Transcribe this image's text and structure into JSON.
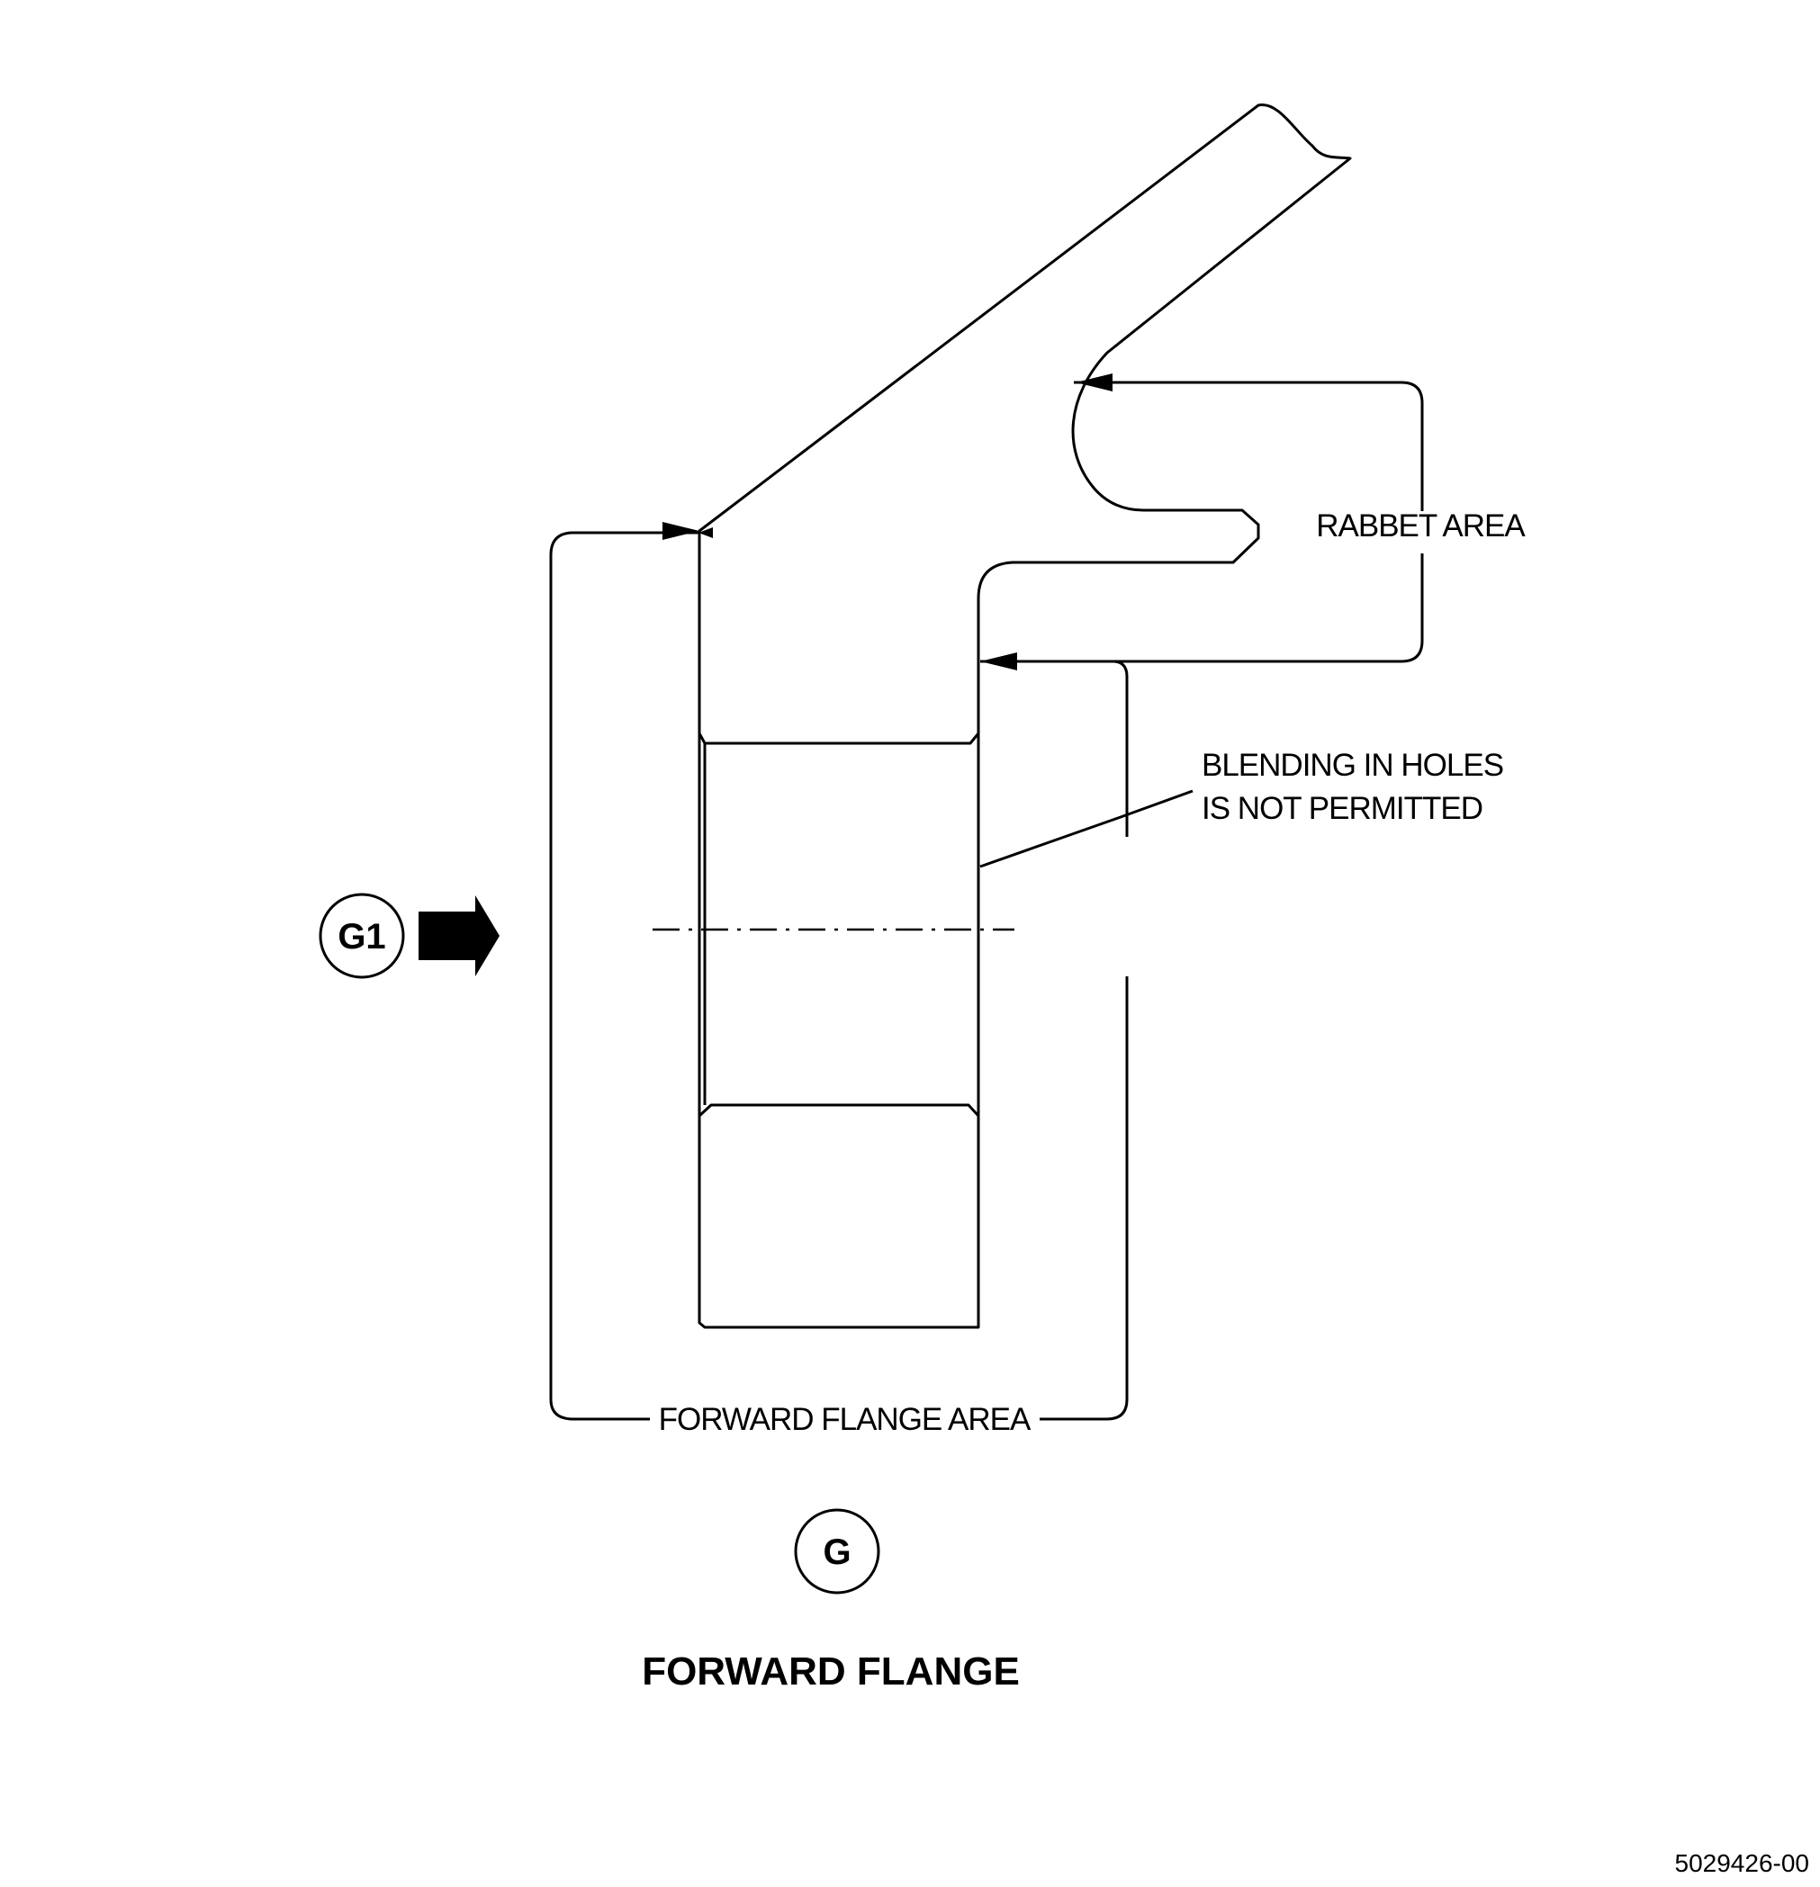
{
  "callouts": {
    "rabbet_area": "RABBET AREA",
    "blending_line1": "BLENDING IN HOLES",
    "blending_line2": "IS NOT PERMITTED",
    "forward_flange_area": "FORWARD FLANGE AREA"
  },
  "view_markers": {
    "view_arrow_label": "G1",
    "detail_label": "G"
  },
  "title": "FORWARD FLANGE",
  "figure_number": "5029426-00"
}
